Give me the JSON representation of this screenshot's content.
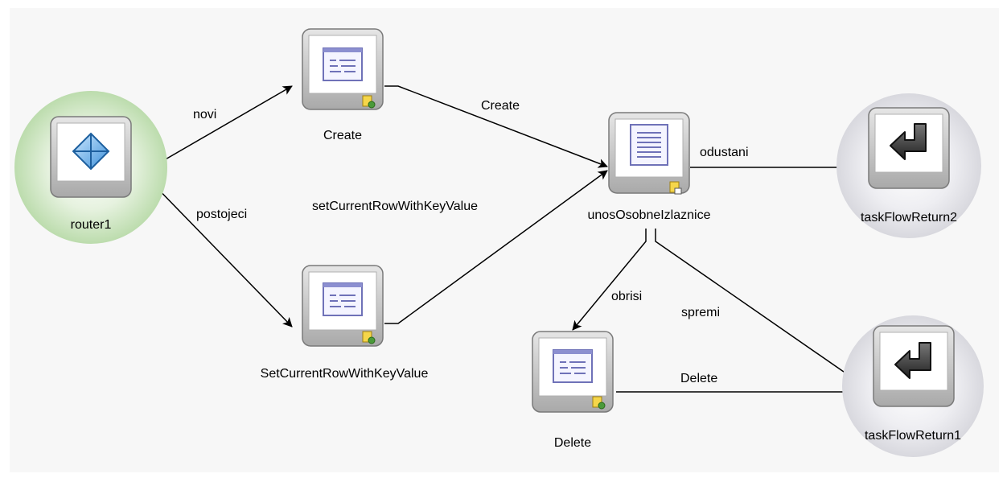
{
  "nodes": {
    "router1": {
      "label": "router1",
      "kind": "router"
    },
    "create": {
      "label": "Create",
      "kind": "method-call"
    },
    "set_current_row": {
      "label": "SetCurrentRowWithKeyValue",
      "kind": "method-call"
    },
    "unos": {
      "label": "unosOsobneIzlaznice",
      "kind": "view"
    },
    "delete": {
      "label": "Delete",
      "kind": "method-call"
    },
    "task_flow_return2": {
      "label": "taskFlowReturn2",
      "kind": "task-flow-return"
    },
    "task_flow_return1": {
      "label": "taskFlowReturn1",
      "kind": "task-flow-return"
    }
  },
  "edges": {
    "novi": {
      "label": "novi",
      "from": "router1",
      "to": "Create"
    },
    "postojeci": {
      "label": "postojeci",
      "from": "router1",
      "to": "SetCurrentRowWithKeyValue"
    },
    "create": {
      "label": "Create",
      "from": "Create",
      "to": "unosOsobneIzlaznice"
    },
    "set_current_row": {
      "label": "setCurrentRowWithKeyValue",
      "from": "SetCurrentRowWithKeyValue",
      "to": "unosOsobneIzlaznice"
    },
    "odustani": {
      "label": "odustani",
      "from": "unosOsobneIzlaznice",
      "to": "taskFlowReturn2"
    },
    "obrisi": {
      "label": "obrisi",
      "from": "unosOsobneIzlaznice",
      "to": "Delete"
    },
    "spremi": {
      "label": "spremi",
      "from": "unosOsobneIzlaznice",
      "to": "taskFlowReturn1"
    },
    "delete": {
      "label": "Delete",
      "from": "Delete",
      "to": "taskFlowReturn1"
    }
  },
  "colors": {
    "router_halo": "#cfe6c2",
    "return_halo": "#e3e3e8",
    "node_body": "#cfcfcf",
    "node_border": "#7a7a7a",
    "method_icon": "#6f72b8",
    "edge": "#000000"
  }
}
